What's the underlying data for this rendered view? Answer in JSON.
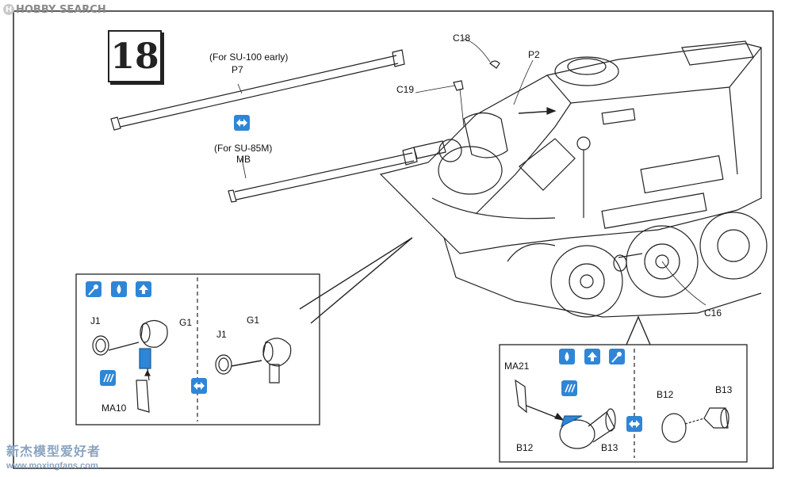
{
  "watermark_top": {
    "text": "HOBBY SEARCH",
    "logo": "H"
  },
  "watermark_bottom": {
    "text": "新杰模型爱好者",
    "url": "www.moxingfans.com"
  },
  "step": {
    "number": "18"
  },
  "barrels": {
    "p7_note": "(For SU-100 early)",
    "p7_part": "P7",
    "mb_note": "(For SU-85M)",
    "mb_part": "MB"
  },
  "parts": {
    "c18": "C18",
    "c19": "C19",
    "p2": "P2",
    "c16": "C16"
  },
  "inset_left": {
    "j1_a": "J1",
    "g1_a": "G1",
    "ma10": "MA10",
    "j1_b": "J1",
    "g1_b": "G1"
  },
  "inset_right": {
    "ma21": "MA21",
    "b12_a": "B12",
    "b13_a": "B13",
    "b12_b": "B12",
    "b13_b": "B13"
  },
  "icons": {
    "swap": "swap-icon",
    "glue": "glue-icon",
    "paint": "paint-icon",
    "hatch": "hatch-icon",
    "arrow_up": "arrow-up-icon"
  },
  "colors": {
    "accent": "#2f86d6",
    "line": "#222222"
  }
}
